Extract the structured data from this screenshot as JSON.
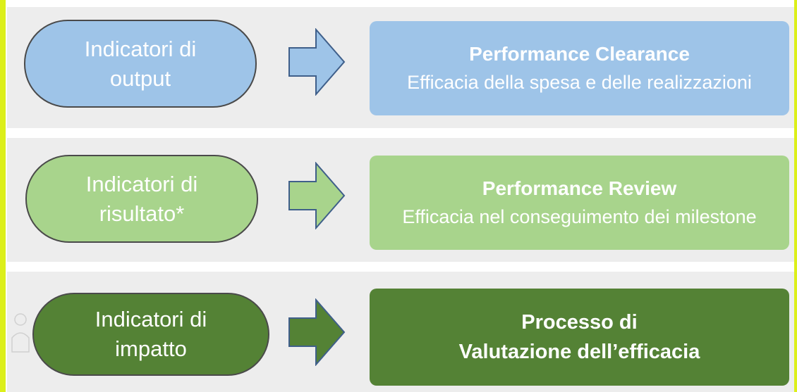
{
  "colors": {
    "output": "#9ec4e8",
    "result": "#a8d48c",
    "impact": "#548235",
    "row_bg": "#ededed"
  },
  "rows": [
    {
      "indicator": [
        "Indicatori di",
        "output"
      ],
      "title": "Performance Clearance",
      "subtitle": "Efficacia della spesa e delle realizzazioni"
    },
    {
      "indicator": [
        "Indicatori di",
        "risultato*"
      ],
      "title": "Performance Review",
      "subtitle": "Efficacia nel conseguimento dei milestone"
    },
    {
      "indicator": [
        "Indicatori di",
        "impatto"
      ],
      "title": [
        "Processo di",
        "Valutazione dell’efficacia"
      ]
    }
  ]
}
